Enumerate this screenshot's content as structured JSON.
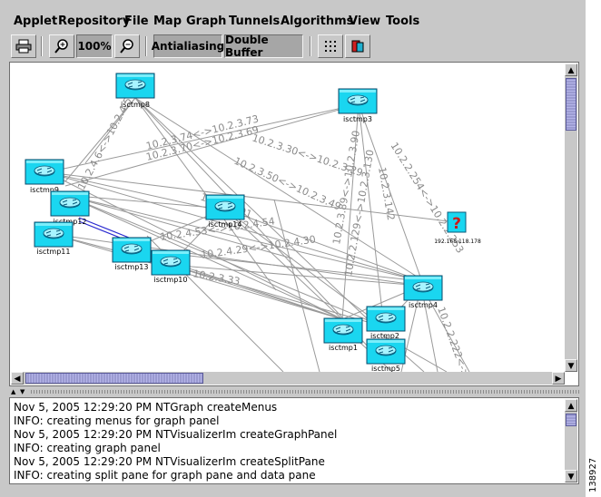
{
  "menubar": {
    "items": [
      "Applet",
      "Repository",
      "File",
      "Map",
      "Graph",
      "Tunnels",
      "Algorithms",
      "View",
      "Tools"
    ]
  },
  "toolbar": {
    "print_icon": "printer-icon",
    "zoom_in_icon": "zoom-in-icon",
    "zoom_level": "100%",
    "zoom_out_icon": "zoom-out-icon",
    "antialiasing_label": "Antialiasing",
    "double_buffer_label": "Double Buffer",
    "grid_icon": "grid-icon",
    "color_icon": "color-icon"
  },
  "graph": {
    "nodes": {
      "isctmp8": "isctmp8",
      "isctmp3": "isctmp3",
      "isctmp9": "isctmp9",
      "isctmp12": "isctmp12",
      "isctmp11": "isctmp11",
      "isctmp14": "isctmp14",
      "isctmp13": "isctmp13",
      "isctmp10": "isctmp10",
      "isctmp4": "isctmp4",
      "isctmp1": "isctmp1",
      "isctmp2": "isctmp2",
      "isctmp5": "isctmp5",
      "unknown_ip": "192.168.118.178"
    },
    "edge_labels": {
      "l1": "10.2.3.74<->10.2.3.73",
      "l2": "10.2.3.70<->10.2.3.69",
      "l3": "10.2.3.30<->10.2.3.29",
      "l4": "10.2.3.50<->10.2.3.49",
      "l5": "10.2.4.6<->10.2.4.5",
      "l6": "10.2.2.254<->10.2.2.253",
      "l7": "10.2.3.89<->10.2.3.90",
      "l8": "10.2.2.129<->10.2.3.130",
      "l9": "10.2.4.53<->10.2.4.54",
      "l10": "10.2.4.29<->10.2.4.30",
      "l11": "10.2.3.33",
      "l12": "10.2.3.142",
      "l13": "10.2.3.101",
      "l14": "10.2.2.222<->10.2"
    }
  },
  "log": {
    "lines": [
      "Nov 5, 2005 12:29:20 PM NTGraph createMenus",
      "INFO: creating menus for graph panel",
      "Nov 5, 2005 12:29:20 PM NTVisualizerIm createGraphPanel",
      "INFO: creating graph panel",
      "Nov 5, 2005 12:29:20 PM NTVisualizerIm createSplitPane",
      "INFO: creating split pane for graph pane and data pane"
    ]
  },
  "figure_id": "138927",
  "colors": {
    "router": "#1ad6f0",
    "router_border": "#0a5a7a",
    "edge": "#9a9a9a",
    "highlight_edge": "#2a2ad0",
    "scroll_thumb": "#9a9ad0"
  }
}
